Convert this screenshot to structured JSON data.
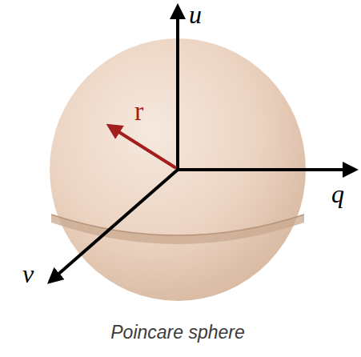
{
  "diagram": {
    "caption": "Poincare sphere",
    "labels": [
      "u",
      "q",
      "v",
      "r"
    ]
  }
}
